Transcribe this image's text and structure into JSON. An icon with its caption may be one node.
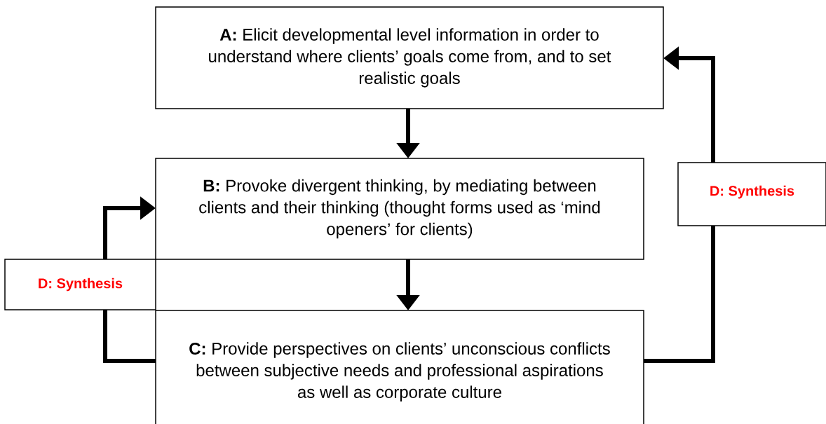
{
  "diagram": {
    "nodes": [
      {
        "text": [
          "**A:** Elicit developmental level information in order to understand where clients’ goals come from, and to set realistic goals"
        ]
      },
      {
        "text": [
          "**B:** Provoke divergent thinking, by mediating between clients and their thinking (thought forms used as ‘mind openers’ for clients)"
        ]
      },
      {
        "text": [
          "**C:** Provide perspectives on clients’ unconscious conflicts between subjective needs and professional aspirations as well as corporate culture"
        ]
      },
      {
        "text": [
          "D: Synthesis"
        ]
      },
      {
        "text": [
          "D: Synthesis"
        ]
      }
    ],
    "edges": [
      {
        "from": 0,
        "to": 1,
        "arrow": "to"
      },
      {
        "from": 1,
        "to": 2,
        "arrow": "to"
      },
      {
        "from": 2,
        "to": 3,
        "arrow": "none"
      },
      {
        "from": 3,
        "to": 1,
        "arrow": "to"
      },
      {
        "from": 2,
        "to": 4,
        "arrow": "none"
      },
      {
        "from": 4,
        "to": 0,
        "arrow": "to"
      }
    ]
  }
}
